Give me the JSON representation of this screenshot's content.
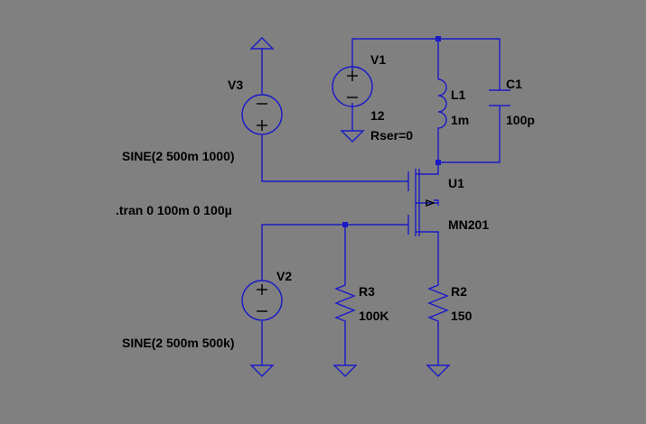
{
  "components": {
    "V1": {
      "name": "V1",
      "value": "12",
      "extra": "Rser=0"
    },
    "V2": {
      "name": "V2",
      "value": "SINE(2 500m 500k)"
    },
    "V3": {
      "name": "V3",
      "value": "SINE(2 500m 1000)"
    },
    "L1": {
      "name": "L1",
      "value": "1m"
    },
    "C1": {
      "name": "C1",
      "value": "100p"
    },
    "R2": {
      "name": "R2",
      "value": "150"
    },
    "R3": {
      "name": "R3",
      "value": "100K"
    },
    "U1": {
      "name": "U1",
      "model": "MN201"
    }
  },
  "directive": ".tran 0 100m 0 100µ",
  "colors": {
    "background": "#808080",
    "wire": "#1a1ac8",
    "junction": "#1a1ac8",
    "text": "#000000"
  }
}
